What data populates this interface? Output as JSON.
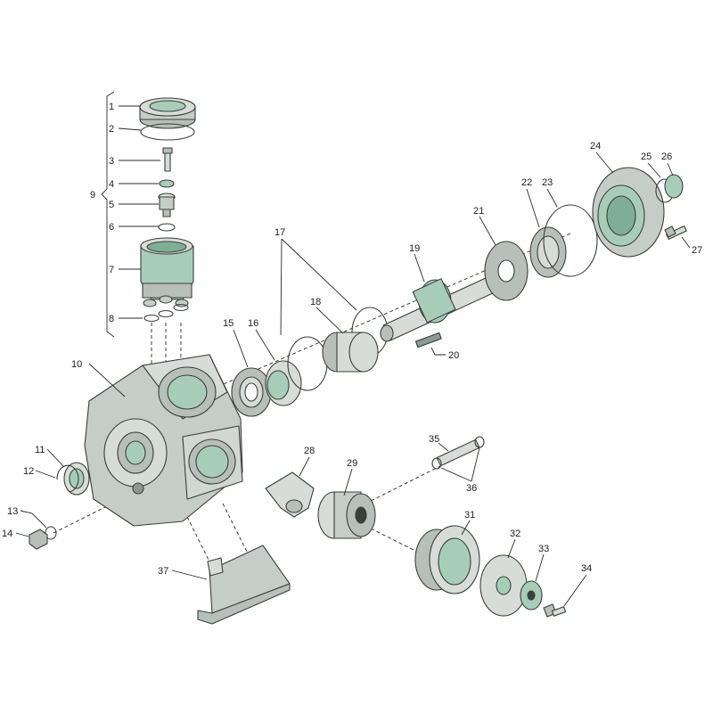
{
  "callouts": [
    {
      "n": "1"
    },
    {
      "n": "2"
    },
    {
      "n": "3"
    },
    {
      "n": "4"
    },
    {
      "n": "5"
    },
    {
      "n": "6"
    },
    {
      "n": "7"
    },
    {
      "n": "8"
    },
    {
      "n": "9"
    },
    {
      "n": "10"
    },
    {
      "n": "11"
    },
    {
      "n": "12"
    },
    {
      "n": "13"
    },
    {
      "n": "14"
    },
    {
      "n": "15"
    },
    {
      "n": "16"
    },
    {
      "n": "17"
    },
    {
      "n": "18"
    },
    {
      "n": "19"
    },
    {
      "n": "20"
    },
    {
      "n": "21"
    },
    {
      "n": "22"
    },
    {
      "n": "23"
    },
    {
      "n": "24"
    },
    {
      "n": "25"
    },
    {
      "n": "26"
    },
    {
      "n": "27"
    },
    {
      "n": "28"
    },
    {
      "n": "29"
    },
    {
      "n": "31"
    },
    {
      "n": "32"
    },
    {
      "n": "33"
    },
    {
      "n": "34"
    },
    {
      "n": "35"
    },
    {
      "n": "36"
    },
    {
      "n": "37"
    }
  ],
  "colors": {
    "body_light": "#d7dcd8",
    "body_mid": "#b8bfba",
    "body_dark": "#8f9892",
    "accent_green": "#a7cdb9",
    "accent_green_dark": "#7fae96",
    "outline": "#3a3f3c"
  }
}
